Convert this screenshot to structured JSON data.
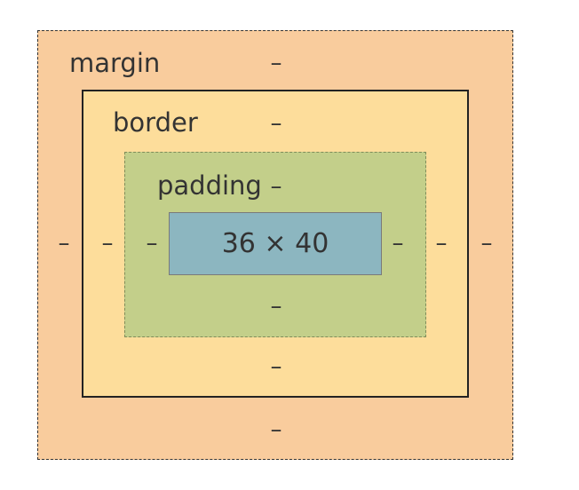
{
  "box_model": {
    "margin": {
      "label": "margin",
      "top": "–",
      "right": "–",
      "bottom": "–",
      "left": "–"
    },
    "border": {
      "label": "border",
      "top": "–",
      "right": "–",
      "bottom": "–",
      "left": "–"
    },
    "padding": {
      "label": "padding",
      "top": "–",
      "right": "–",
      "bottom": "–",
      "left": "–"
    },
    "content": {
      "dimensions": "36 × 40"
    }
  },
  "colors": {
    "margin": "#f9cc9d",
    "border": "#fddd9b",
    "padding": "#c3cf8a",
    "content": "#8cb6c0"
  }
}
